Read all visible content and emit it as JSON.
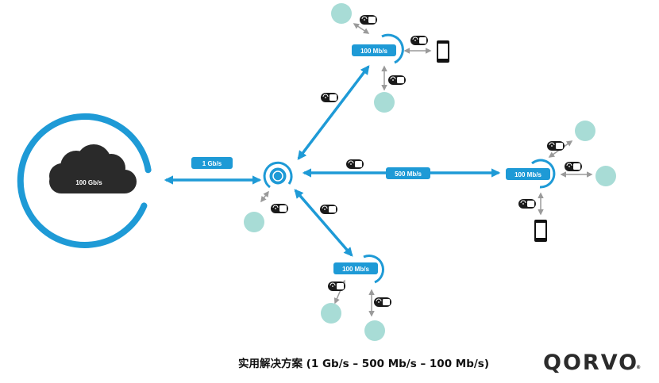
{
  "colors": {
    "primary": "#1e9ad6",
    "teal_client": "#a8dcd6",
    "gray_arrow": "#9a9a9a",
    "cloud": "#2a2a2a"
  },
  "cloud": {
    "label": "100 Gb/s"
  },
  "links": {
    "cloud_to_hub": "1 Gb/s",
    "hub_to_east": "500 Mb/s"
  },
  "nodes": {
    "north": "100 Mb/s",
    "east": "100 Mb/s",
    "south": "100 Mb/s"
  },
  "wifi_badge": "WiFi",
  "caption": "实用解决方案 (1 Gb/s – 500 Mb/s – 100 Mb/s)",
  "logo": {
    "text": "QORVO",
    "mark": "®"
  }
}
